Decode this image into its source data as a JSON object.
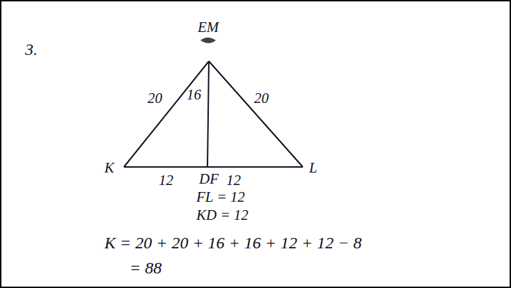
{
  "diagram": {
    "labels": [
      "3.",
      "EM",
      "20",
      "16",
      "20",
      "K",
      "12",
      "DF",
      "12",
      "L",
      "FL = 12",
      "KD = 12",
      "K = 20 + 20 + 16 + 16 + 12 + 12 − 8",
      "= 88"
    ]
  }
}
